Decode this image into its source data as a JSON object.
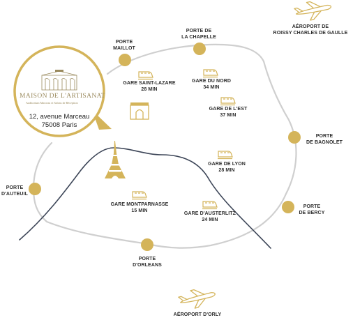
{
  "colors": {
    "gold": "#d4b45a",
    "ring": "#cfcfcf",
    "seine": "#3c4557",
    "text": "#2d2d2d"
  },
  "venue": {
    "logo_name": "MAISON DE L'ARTISANAT",
    "logo_subtitle": "Auditorium Marceau et Salons de Réception",
    "address_line1": "12, avenue Marceau",
    "address_line2": "75008 Paris"
  },
  "portes": [
    {
      "id": "maillot",
      "line1": "PORTE",
      "line2": "MAILLOT"
    },
    {
      "id": "chapelle",
      "line1": "PORTE DE",
      "line2": "LA CHAPELLE"
    },
    {
      "id": "bagnolet",
      "line1": "PORTE",
      "line2": "DE BAGNOLET"
    },
    {
      "id": "bercy",
      "line1": "PORTE",
      "line2": "DE BERCY"
    },
    {
      "id": "orleans",
      "line1": "PORTE",
      "line2": "D'ORLEANS"
    },
    {
      "id": "auteuil",
      "line1": "PORTE",
      "line2": "D'AUTEUIL"
    }
  ],
  "stations": [
    {
      "id": "saint-lazare",
      "name": "GARE SAINT-LAZARE",
      "time": "28 MIN"
    },
    {
      "id": "nord",
      "name": "GARE DU NORD",
      "time": "34 MIN"
    },
    {
      "id": "est",
      "name": "GARE DE L'EST",
      "time": "37 MIN"
    },
    {
      "id": "lyon",
      "name": "GARE DE LYON",
      "time": "28 MIN"
    },
    {
      "id": "montparnasse",
      "name": "GARE MONTPARNASSE",
      "time": "15 MIN"
    },
    {
      "id": "austerlitz",
      "name": "GARE D'AUSTERLITZ",
      "time": "24 MIN"
    }
  ],
  "airports": [
    {
      "id": "cdg",
      "line1": "AÉROPORT DE",
      "line2": "ROISSY CHARLES DE GAULLE"
    },
    {
      "id": "orly",
      "line1": "AÉROPORT D'ORLY",
      "line2": ""
    }
  ],
  "icons": [
    "train-icon",
    "plane-icon",
    "eiffel-tower-icon",
    "arc-de-triomphe-icon",
    "building-icon",
    "porte-marker-icon"
  ]
}
